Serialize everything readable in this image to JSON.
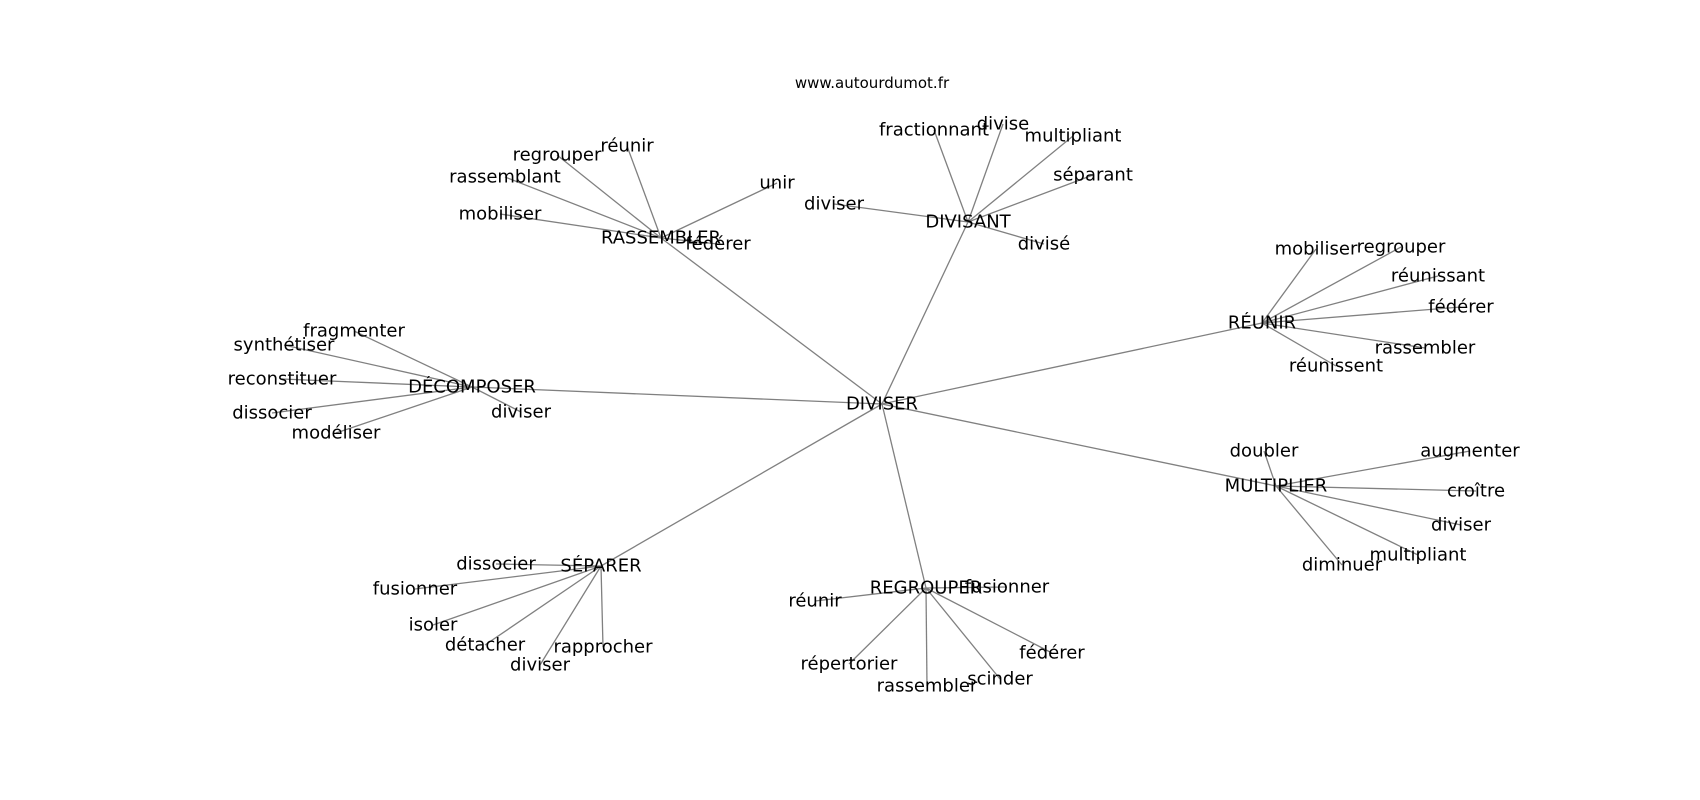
{
  "watermark": "www.autourdumot.fr",
  "graph": {
    "center": "DIVISER",
    "hubs": [
      {
        "label": "RASSEMBLER",
        "leaves": [
          "réunir",
          "regrouper",
          "rassemblant",
          "mobiliser",
          "unir",
          "fédérer"
        ]
      },
      {
        "label": "DIVISANT",
        "leaves": [
          "fractionnant",
          "divise",
          "multipliant",
          "séparant",
          "diviser",
          "divisé"
        ]
      },
      {
        "label": "RÉUNIR",
        "leaves": [
          "mobiliser",
          "regrouper",
          "réunissant",
          "fédérer",
          "rassembler",
          "réunissent"
        ]
      },
      {
        "label": "DÉCOMPOSER",
        "leaves": [
          "fragmenter",
          "synthétiser",
          "reconstituer",
          "dissocier",
          "modéliser",
          "diviser"
        ]
      },
      {
        "label": "MULTIPLIER",
        "leaves": [
          "doubler",
          "augmenter",
          "croître",
          "diviser",
          "multipliant",
          "diminuer"
        ]
      },
      {
        "label": "SÉPARER",
        "leaves": [
          "dissocier",
          "fusionner",
          "isoler",
          "détacher",
          "diviser",
          "rapprocher"
        ]
      },
      {
        "label": "REGROUPER",
        "leaves": [
          "fusionner",
          "réunir",
          "répertorier",
          "rassembler",
          "scinder",
          "fédérer"
        ]
      }
    ]
  }
}
